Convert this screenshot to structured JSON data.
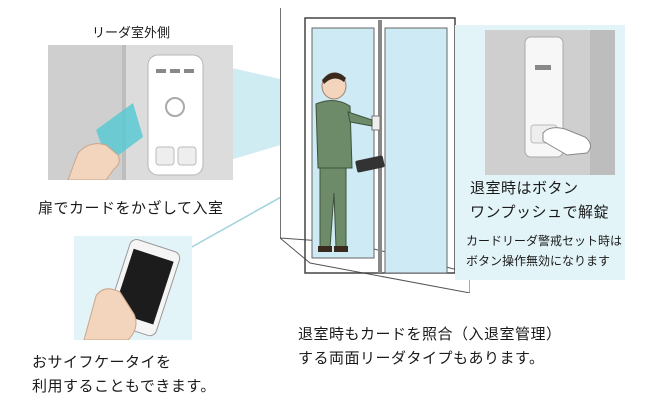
{
  "labels": {
    "outside_title": "リーダ室外側",
    "enter_caption": "扉でカードをかざして入室",
    "mobile_caption": [
      "おサイフケータイを",
      "利用することもできます。"
    ],
    "exit_caption": [
      "退室時はボタン",
      "ワンプッシュで解錠"
    ],
    "alarm_note": [
      "カードリーダ警戒セット時は",
      "ボタン操作無効になります"
    ],
    "dual_caption": [
      "退室時もカードを照合（入退室管理）",
      "する両面リーダタイプもあります。"
    ]
  },
  "colors": {
    "panel_bg": "#e2f4f8",
    "beam": "#bfe6ef",
    "glass": "#cdeaf5",
    "uniform": "#6d8a69",
    "card": "#5ac9d2"
  },
  "icons": [
    "card-reader-icon",
    "ic-card-icon",
    "smartphone-icon",
    "push-button-icon",
    "person-icon",
    "door-icon"
  ]
}
